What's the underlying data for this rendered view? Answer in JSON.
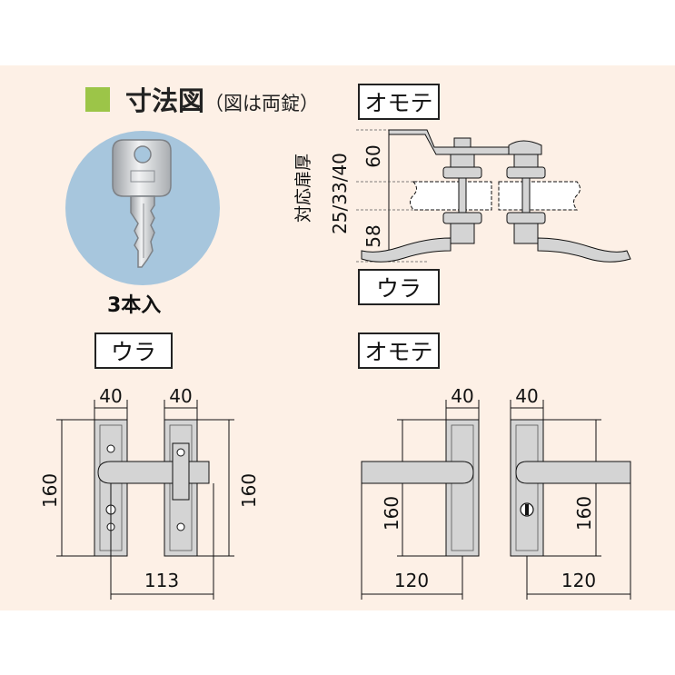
{
  "heading": {
    "title": "寸法図",
    "subtitle": "（図は両錠）"
  },
  "key": {
    "caption": "3本入"
  },
  "section_view": {
    "front_label": "オモテ",
    "back_label": "ウラ",
    "dim_top": "60",
    "dim_bottom": "58",
    "door_thickness_label": "対応扉厚",
    "door_thickness_values": "25/33/40"
  },
  "back_view": {
    "label": "ウラ",
    "width_left": "40",
    "width_right": "40",
    "height_left": "160",
    "height_right": "160",
    "center_distance": "113"
  },
  "front_view": {
    "label": "オモテ",
    "width_left": "40",
    "width_right": "40",
    "height_left": "160",
    "height_right": "160",
    "lever_left": "120",
    "lever_right": "120"
  },
  "colors": {
    "accent": "#9cc548",
    "panel": "#fdf0e6",
    "key_bg": "#a7c6dd",
    "metal": "#d4d4d4"
  }
}
